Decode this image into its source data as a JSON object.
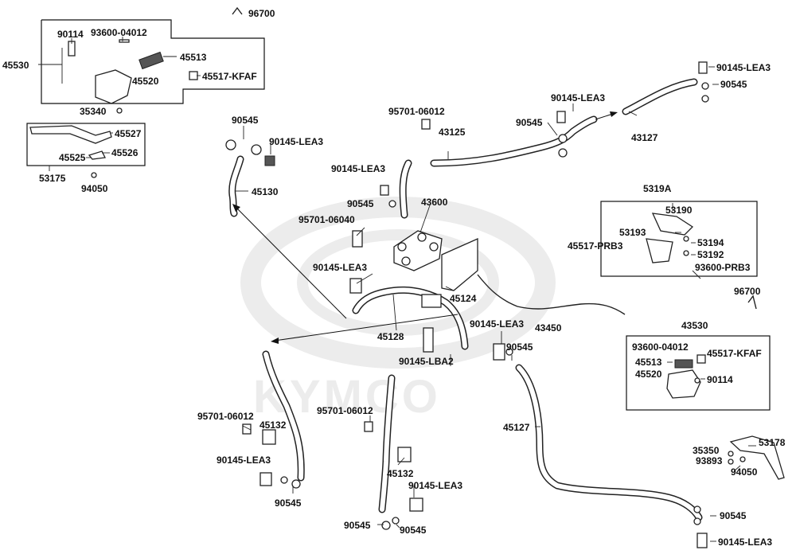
{
  "watermark": {
    "brand": "KYMCO"
  },
  "labels": [
    {
      "id": "96700-top",
      "text": "96700"
    },
    {
      "id": "90114-a",
      "text": "90114"
    },
    {
      "id": "93600-04012-a",
      "text": "93600-04012"
    },
    {
      "id": "45530",
      "text": "45530"
    },
    {
      "id": "45513-a",
      "text": "45513"
    },
    {
      "id": "45520-a",
      "text": "45520"
    },
    {
      "id": "45517-KFAF-a",
      "text": "45517-KFAF"
    },
    {
      "id": "35340",
      "text": "35340"
    },
    {
      "id": "45527",
      "text": "45527"
    },
    {
      "id": "45526",
      "text": "45526"
    },
    {
      "id": "45525",
      "text": "45525"
    },
    {
      "id": "53175",
      "text": "53175"
    },
    {
      "id": "94050-a",
      "text": "94050"
    },
    {
      "id": "90545-a",
      "text": "90545"
    },
    {
      "id": "90145-LEA3-a",
      "text": "90145-LEA3"
    },
    {
      "id": "45130",
      "text": "45130"
    },
    {
      "id": "95701-06012-a",
      "text": "95701-06012"
    },
    {
      "id": "43125",
      "text": "43125"
    },
    {
      "id": "90145-LEA3-b",
      "text": "90145-LEA3"
    },
    {
      "id": "90545-b",
      "text": "90545"
    },
    {
      "id": "90145-LEA3-c",
      "text": "90145-LEA3"
    },
    {
      "id": "90545-c",
      "text": "90545"
    },
    {
      "id": "43127",
      "text": "43127"
    },
    {
      "id": "90145-LEA3-d",
      "text": "90145-LEA3"
    },
    {
      "id": "90545-d",
      "text": "90545"
    },
    {
      "id": "43600",
      "text": "43600"
    },
    {
      "id": "95701-06040",
      "text": "95701-06040"
    },
    {
      "id": "90145-LEA3-e",
      "text": "90145-LEA3"
    },
    {
      "id": "45124",
      "text": "45124"
    },
    {
      "id": "45128",
      "text": "45128"
    },
    {
      "id": "90145-LEA3-f",
      "text": "90145-LEA3"
    },
    {
      "id": "43450",
      "text": "43450"
    },
    {
      "id": "90545-e",
      "text": "90545"
    },
    {
      "id": "90145-LBA2",
      "text": "90145-LBA2"
    },
    {
      "id": "5319A",
      "text": "5319A"
    },
    {
      "id": "53190",
      "text": "53190"
    },
    {
      "id": "53193",
      "text": "53193"
    },
    {
      "id": "53194",
      "text": "53194"
    },
    {
      "id": "45517-PRB3",
      "text": "45517-PRB3"
    },
    {
      "id": "53192",
      "text": "53192"
    },
    {
      "id": "93600-PRB3",
      "text": "93600-PRB3"
    },
    {
      "id": "96700-b",
      "text": "96700"
    },
    {
      "id": "43530",
      "text": "43530"
    },
    {
      "id": "93600-04012-b",
      "text": "93600-04012"
    },
    {
      "id": "45513-b",
      "text": "45513"
    },
    {
      "id": "45517-KFAF-b",
      "text": "45517-KFAF"
    },
    {
      "id": "45520-b",
      "text": "45520"
    },
    {
      "id": "90114-b",
      "text": "90114"
    },
    {
      "id": "95701-06012-b",
      "text": "95701-06012"
    },
    {
      "id": "45132-a",
      "text": "45132"
    },
    {
      "id": "90145-LEA3-g",
      "text": "90145-LEA3"
    },
    {
      "id": "90545-f",
      "text": "90545"
    },
    {
      "id": "95701-06012-c",
      "text": "95701-06012"
    },
    {
      "id": "45132-b",
      "text": "45132"
    },
    {
      "id": "90145-LEA3-h",
      "text": "90145-LEA3"
    },
    {
      "id": "90545-g",
      "text": "90545"
    },
    {
      "id": "90545-h",
      "text": "90545"
    },
    {
      "id": "45127",
      "text": "45127"
    },
    {
      "id": "35350",
      "text": "35350"
    },
    {
      "id": "93893",
      "text": "93893"
    },
    {
      "id": "53178",
      "text": "53178"
    },
    {
      "id": "94050-b",
      "text": "94050"
    },
    {
      "id": "90545-i",
      "text": "90545"
    },
    {
      "id": "90145-LEA3-i",
      "text": "90145-LEA3"
    }
  ]
}
